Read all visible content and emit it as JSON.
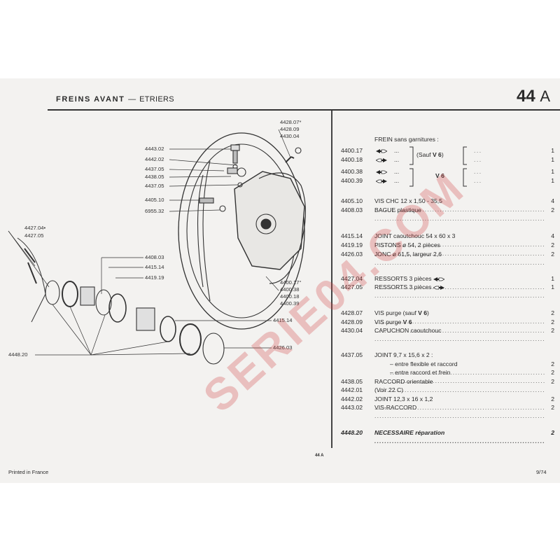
{
  "header": {
    "title": "FREINS AVANT",
    "separator": "—",
    "subtitle": "ETRIERS",
    "page_code": "44",
    "page_letter": "A"
  },
  "parts_list": {
    "frein_heading": "FREIN sans garnitures :",
    "frein_rows": [
      {
        "ref": "4400.17",
        "arrow": "left-hand",
        "qty": "1"
      },
      {
        "ref": "4400.18",
        "arrow": "right-hand",
        "qty": "1"
      },
      {
        "ref": "4400.38",
        "arrow": "left-hand",
        "qty": "1"
      },
      {
        "ref": "4400.39",
        "arrow": "right-hand",
        "qty": "1"
      }
    ],
    "frein_group1": "(Sauf ",
    "frein_group1_bold": "V 6",
    ")": ")",
    "frein_group1_close": ")",
    "frein_group2_bold": "V 6",
    "ellipsis": "...",
    "rows": [
      {
        "ref": "4405.10",
        "desc": "VIS CHC 12 x 1,50 - 35,5",
        "qty": "4"
      },
      {
        "ref": "4408.03",
        "desc": "BAGUE plastique",
        "qty": "2"
      },
      {
        "ref": "4415.14",
        "desc": "JOINT caoutchouc 54 x 60 x 3",
        "qty": "4"
      },
      {
        "ref": "4419.19",
        "desc": "PISTONS ø 54, 2 pièces",
        "qty": "2"
      },
      {
        "ref": "4426.03",
        "desc": "JONC ø 61,5, largeur 2,6",
        "qty": "2"
      },
      {
        "ref": "4427.04",
        "desc": "RESSORTS 3 pièces",
        "arrow": "left-hand",
        "qty": "1"
      },
      {
        "ref": "4427.05",
        "desc": "RESSORTS 3 pièces",
        "arrow": "right-hand",
        "qty": "1"
      },
      {
        "ref": "4428.07",
        "desc": "VIS purge (sauf ",
        "bold": "V 6",
        "desc2": ")",
        "qty": "2"
      },
      {
        "ref": "4428.09",
        "desc": "VIS purge ",
        "bold": "V 6",
        "qty": "2"
      },
      {
        "ref": "4430.04",
        "desc": "CAPUCHON caoutchouc",
        "qty": "2"
      },
      {
        "ref": "4437.05",
        "desc": "JOINT 9,7 x 15,6 x 2 :",
        "qty": "",
        "nodots": true
      },
      {
        "ref": "",
        "desc": "– entre flexible et raccord",
        "qty": "2",
        "indent": true
      },
      {
        "ref": "",
        "desc": "– entre raccord et frein",
        "qty": "2",
        "indent": true
      },
      {
        "ref": "4438.05",
        "desc": "RACCORD orientable",
        "qty": "2"
      },
      {
        "ref": "4442.01",
        "desc": "(Voir 22 C)",
        "qty": "",
        "nodots": true
      },
      {
        "ref": "4442.02",
        "desc": "JOINT 12,3 x 16 x 1,2",
        "qty": "2"
      },
      {
        "ref": "4443.02",
        "desc": "VIS-RACCORD",
        "qty": "2"
      },
      {
        "ref": "4448.20",
        "desc": "NECESSAIRE réparation",
        "qty": "2",
        "italic": true
      }
    ]
  },
  "diagram": {
    "labels": [
      "4443.02",
      "4442.02",
      "4437.05",
      "4438.05",
      "4437.05",
      "4405.10",
      "6955.32",
      "4428.07*",
      "4428.09",
      "4430.04",
      "4427.04•",
      "4427.05",
      "4408.03",
      "4415.14",
      "4419.19",
      "4400.17°",
      "4400.38",
      "4400.18",
      "4400.39",
      "4415.14",
      "4426.03",
      "4448.20"
    ]
  },
  "footer": {
    "printed": "Printed in France",
    "page_tag": "44 A",
    "date": "9/74"
  },
  "watermark": "SERIE04.COM"
}
